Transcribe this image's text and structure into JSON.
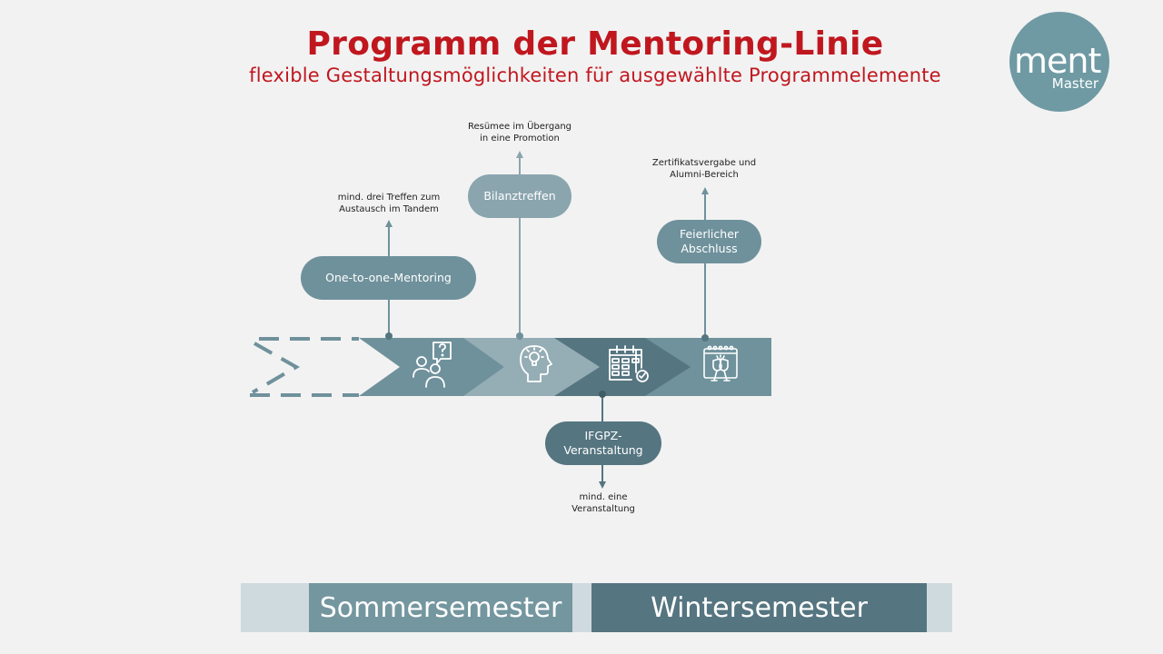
{
  "header": {
    "title": "Programm der Mentoring-Linie",
    "subtitle": "flexible Gestaltungsmöglichkeiten für ausgewählte Programmelemente"
  },
  "logo": {
    "line1": "ment",
    "line2": "Master"
  },
  "colors": {
    "title_red": "#c0171f",
    "teal": "#6f919c",
    "light_teal": "#95adb5",
    "dark_teal": "#557580",
    "mid_teal": "#6f929c",
    "semester_bar": "#cfdade"
  },
  "timeline": {
    "stages": [
      {
        "icon": "mentoring-question-people-icon",
        "pill": "One-to-one-Mentoring",
        "note": "mind. drei Treffen zum\nAustausch im Tandem",
        "direction": "up"
      },
      {
        "icon": "head-lightbulb-icon",
        "pill": "Bilanztreffen",
        "note": "Resümee im Übergang\nin eine Promotion",
        "direction": "up"
      },
      {
        "icon": "calendar-check-icon",
        "pill": "IFGPZ-\nVeranstaltung",
        "note": "mind. eine\nVeranstaltung",
        "direction": "down"
      },
      {
        "icon": "calendar-toast-icon",
        "pill": "Feierlicher\nAbschluss",
        "note": "Zertifikatsvergabe und\nAlumni-Bereich",
        "direction": "up"
      }
    ]
  },
  "semesters": {
    "summer": "Sommersemester",
    "winter": "Wintersemester"
  }
}
